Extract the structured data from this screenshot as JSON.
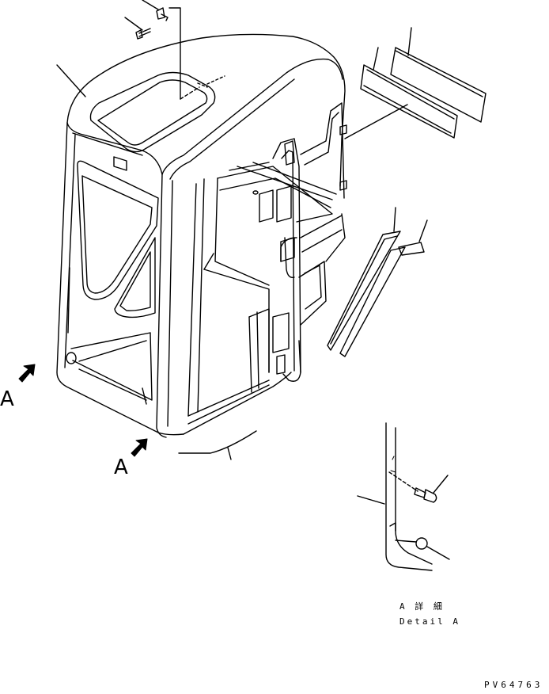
{
  "view_markers": {
    "left": "A",
    "bottom": "A"
  },
  "detail_caption": {
    "japanese": "A 詳 細",
    "english": "Detail A"
  },
  "drawing_code": "PV64763"
}
